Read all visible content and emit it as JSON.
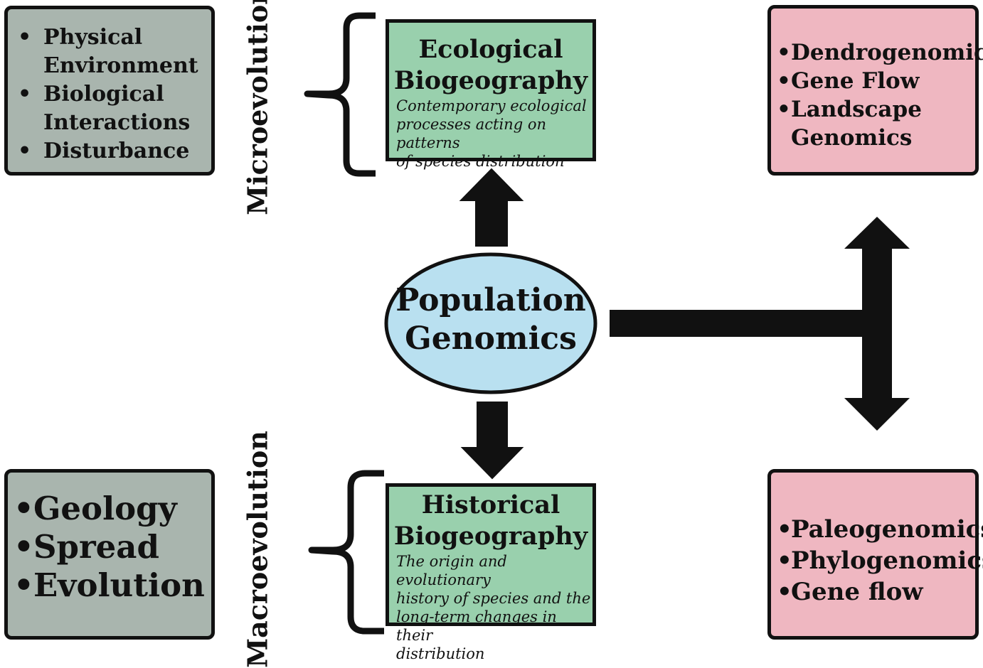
{
  "center": {
    "line1": "Population",
    "line2": "Genomics"
  },
  "micro_label": "Microevolution",
  "macro_label": "Macroevolution",
  "ecological": {
    "title_line1": "Ecological",
    "title_line2": "Biogeography",
    "desc_lines": [
      "Contemporary ecological",
      "processes acting on patterns",
      "of species distribution"
    ]
  },
  "historical": {
    "title_line1": "Historical",
    "title_line2": "Biogeography",
    "desc_lines": [
      "The origin and evolutionary",
      "history of species and the",
      "long-term changes in their",
      "distribution"
    ]
  },
  "top_left_items": [
    "Physical",
    "Environment",
    "Biological",
    "Interactions",
    "Disturbance"
  ],
  "bottom_left_items": [
    "Geology",
    "Spread",
    "Evolution"
  ],
  "top_right_items": [
    "Dendrogenomics",
    "Gene Flow",
    "Landscape",
    "Genomics"
  ],
  "bottom_right_items": [
    "Paleogenomics",
    "Phylogenomics",
    "Gene flow"
  ],
  "colors": {
    "gray_box": "#a9b5ae",
    "pink_box": "#efb7c1",
    "green_box": "#99d0ad",
    "ellipse": "#b9e0f0"
  }
}
